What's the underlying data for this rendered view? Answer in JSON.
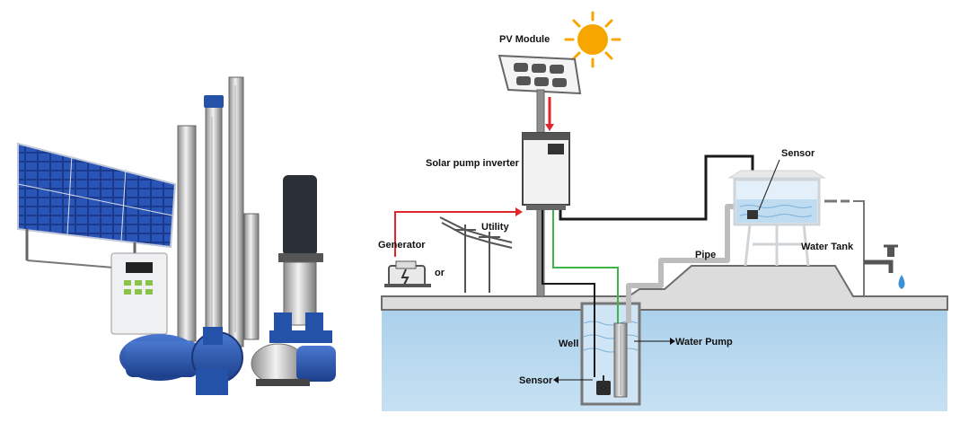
{
  "labels": {
    "pv_module": "PV Module",
    "solar_pump_inverter": "Solar pump inverter",
    "utility": "Utility",
    "generator": "Generator",
    "or": "or",
    "sensor_tank": "Sensor",
    "pipe": "Pipe",
    "water_tank": "Water Tank",
    "well": "Well",
    "water_pump": "Water Pump",
    "sensor_well": "Sensor"
  },
  "colors": {
    "sky_water": "#bcd9ee",
    "ground": "#d7d7d7",
    "power_red": "#e0262b",
    "signal_green": "#3bb54a",
    "cable_black": "#1a1a1a",
    "sun": "#f7a600",
    "panel_blue": "#1f3f8f",
    "pump_blue": "#2452a8"
  },
  "icons": [
    "sun-icon",
    "pv-panel-icon",
    "inverter-icon",
    "utility-pole-icon",
    "generator-icon",
    "water-tank-icon",
    "faucet-icon",
    "water-drop-icon",
    "submersible-pump-icon",
    "well-sensor-icon",
    "tank-sensor-icon"
  ]
}
